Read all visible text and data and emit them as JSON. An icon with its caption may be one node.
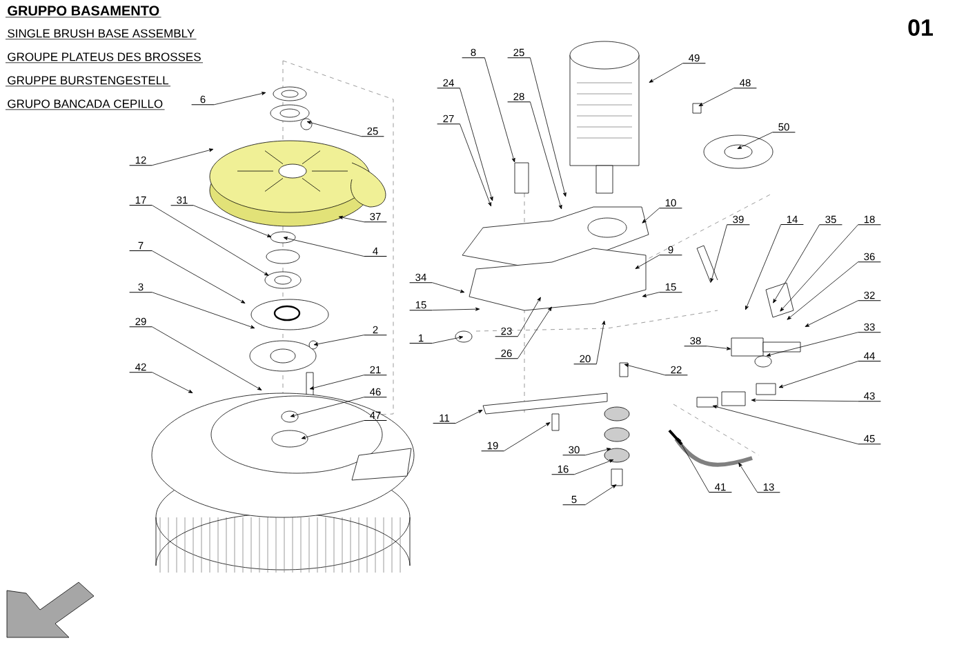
{
  "diagram": {
    "title": "GRUPPO BASAMENTO",
    "labels": [
      "SINGLE BRUSH BASE ASSEMBLY",
      "GROUPE PLATEUS DES BROSSES",
      "GRUPPE BURSTENGESTELL",
      "GRUPO BANCADA CEPILLO",
      "01"
    ],
    "nodes": [
      {
        "text": [
          "6"
        ]
      },
      {
        "text": [
          "25"
        ]
      },
      {
        "text": [
          "12"
        ]
      },
      {
        "text": [
          "17"
        ]
      },
      {
        "text": [
          "31"
        ]
      },
      {
        "text": [
          "37"
        ]
      },
      {
        "text": [
          "4"
        ]
      },
      {
        "text": [
          "7"
        ]
      },
      {
        "text": [
          "3"
        ]
      },
      {
        "text": [
          "29"
        ]
      },
      {
        "text": [
          "2"
        ]
      },
      {
        "text": [
          "21"
        ]
      },
      {
        "text": [
          "46"
        ]
      },
      {
        "text": [
          "42"
        ]
      },
      {
        "text": [
          "47"
        ]
      },
      {
        "text": [
          "8"
        ]
      },
      {
        "text": [
          "25"
        ]
      },
      {
        "text": [
          "24"
        ]
      },
      {
        "text": [
          "28"
        ]
      },
      {
        "text": [
          "27"
        ]
      },
      {
        "text": [
          "49"
        ]
      },
      {
        "text": [
          "48"
        ]
      },
      {
        "text": [
          "50"
        ]
      },
      {
        "text": [
          "10"
        ]
      },
      {
        "text": [
          "9"
        ]
      },
      {
        "text": [
          "39"
        ]
      },
      {
        "text": [
          "14"
        ]
      },
      {
        "text": [
          "35"
        ]
      },
      {
        "text": [
          "18"
        ]
      },
      {
        "text": [
          "36"
        ]
      },
      {
        "text": [
          "15"
        ]
      },
      {
        "text": [
          "34"
        ]
      },
      {
        "text": [
          "15"
        ]
      },
      {
        "text": [
          "1"
        ]
      },
      {
        "text": [
          "23"
        ]
      },
      {
        "text": [
          "26"
        ]
      },
      {
        "text": [
          "20"
        ]
      },
      {
        "text": [
          "22"
        ]
      },
      {
        "text": [
          "11"
        ]
      },
      {
        "text": [
          "19"
        ]
      },
      {
        "text": [
          "30"
        ]
      },
      {
        "text": [
          "16"
        ]
      },
      {
        "text": [
          "5"
        ]
      },
      {
        "text": [
          "38"
        ]
      },
      {
        "text": [
          "32"
        ]
      },
      {
        "text": [
          "33"
        ]
      },
      {
        "text": [
          "44"
        ]
      },
      {
        "text": [
          "43"
        ]
      },
      {
        "text": [
          "45"
        ]
      },
      {
        "text": [
          "41"
        ]
      },
      {
        "text": [
          "13"
        ]
      }
    ],
    "edges": [
      {
        "from": 0,
        "to": null,
        "arrow": "to"
      },
      {
        "from": 1,
        "to": null,
        "arrow": "to"
      },
      {
        "from": 2,
        "to": null,
        "arrow": "to"
      },
      {
        "from": 3,
        "to": null,
        "arrow": "to"
      },
      {
        "from": 4,
        "to": null,
        "arrow": "to"
      },
      {
        "from": 5,
        "to": null,
        "arrow": "to"
      },
      {
        "from": 6,
        "to": null,
        "arrow": "to"
      },
      {
        "from": 7,
        "to": null,
        "arrow": "to"
      },
      {
        "from": 8,
        "to": null,
        "arrow": "to"
      },
      {
        "from": 9,
        "to": null,
        "arrow": "to"
      },
      {
        "from": 10,
        "to": null,
        "arrow": "to"
      },
      {
        "from": 11,
        "to": null,
        "arrow": "to"
      },
      {
        "from": 12,
        "to": null,
        "arrow": "to"
      },
      {
        "from": 13,
        "to": null,
        "arrow": "to"
      },
      {
        "from": 14,
        "to": null,
        "arrow": "to"
      },
      {
        "from": 15,
        "to": null,
        "arrow": "to"
      },
      {
        "from": 16,
        "to": null,
        "arrow": "to"
      },
      {
        "from": 17,
        "to": null,
        "arrow": "to"
      },
      {
        "from": 18,
        "to": null,
        "arrow": "to"
      },
      {
        "from": 19,
        "to": null,
        "arrow": "to"
      },
      {
        "from": 20,
        "to": null,
        "arrow": "to"
      },
      {
        "from": 21,
        "to": null,
        "arrow": "to"
      },
      {
        "from": 22,
        "to": null,
        "arrow": "to"
      },
      {
        "from": 23,
        "to": null,
        "arrow": "to"
      },
      {
        "from": 24,
        "to": null,
        "arrow": "to"
      },
      {
        "from": 25,
        "to": null,
        "arrow": "to"
      },
      {
        "from": 26,
        "to": null,
        "arrow": "to"
      },
      {
        "from": 27,
        "to": null,
        "arrow": "to"
      },
      {
        "from": 28,
        "to": null,
        "arrow": "to"
      },
      {
        "from": 29,
        "to": null,
        "arrow": "to"
      },
      {
        "from": 30,
        "to": null,
        "arrow": "to"
      },
      {
        "from": 31,
        "to": null,
        "arrow": "to"
      },
      {
        "from": 32,
        "to": null,
        "arrow": "to"
      },
      {
        "from": 33,
        "to": null,
        "arrow": "to"
      },
      {
        "from": 34,
        "to": null,
        "arrow": "to"
      },
      {
        "from": 35,
        "to": null,
        "arrow": "to"
      },
      {
        "from": 36,
        "to": null,
        "arrow": "to"
      },
      {
        "from": 37,
        "to": null,
        "arrow": "to"
      },
      {
        "from": 38,
        "to": null,
        "arrow": "to"
      },
      {
        "from": 39,
        "to": null,
        "arrow": "to"
      },
      {
        "from": 40,
        "to": null,
        "arrow": "to"
      },
      {
        "from": 41,
        "to": null,
        "arrow": "to"
      },
      {
        "from": 42,
        "to": null,
        "arrow": "to"
      },
      {
        "from": 43,
        "to": null,
        "arrow": "to"
      },
      {
        "from": 44,
        "to": null,
        "arrow": "to"
      },
      {
        "from": 45,
        "to": null,
        "arrow": "to"
      },
      {
        "from": 46,
        "to": null,
        "arrow": "to"
      },
      {
        "from": 47,
        "to": null,
        "arrow": "to"
      },
      {
        "from": 48,
        "to": null,
        "arrow": "to"
      },
      {
        "from": 49,
        "to": null,
        "arrow": "to"
      },
      {
        "from": 50,
        "to": null,
        "arrow": "to"
      }
    ]
  }
}
